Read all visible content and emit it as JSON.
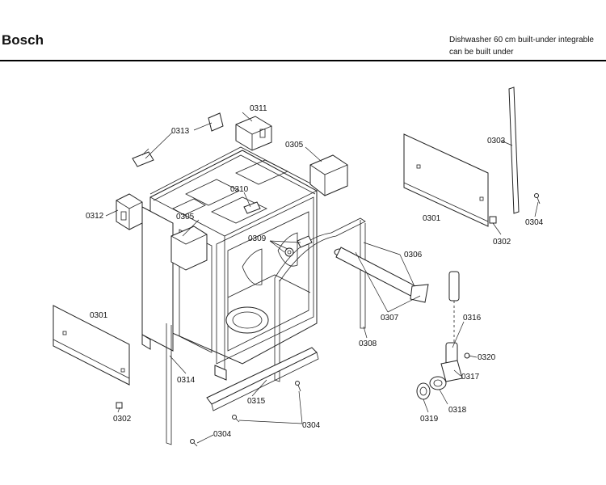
{
  "header": {
    "brand": "Bosch",
    "subtitle_line1": "Dishwasher 60 cm built-under integrable",
    "subtitle_line2": "can be built under"
  },
  "labels": {
    "p0311": "0311",
    "p0313": "0313",
    "p0305a": "0305",
    "p0310": "0310",
    "p0312": "0312",
    "p0305b": "0305",
    "p0309": "0309",
    "p0303": "0303",
    "p0301a": "0301",
    "p0304a": "0304",
    "p0302a": "0302",
    "p0306": "0306",
    "p0307": "0307",
    "p0308": "0308",
    "p0316": "0316",
    "p0320": "0320",
    "p0317": "0317",
    "p0318": "0318",
    "p0319": "0319",
    "p0301b": "0301",
    "p0302b": "0302",
    "p0314": "0314",
    "p0315": "0315",
    "p0304b": "0304",
    "p0304c": "0304"
  }
}
